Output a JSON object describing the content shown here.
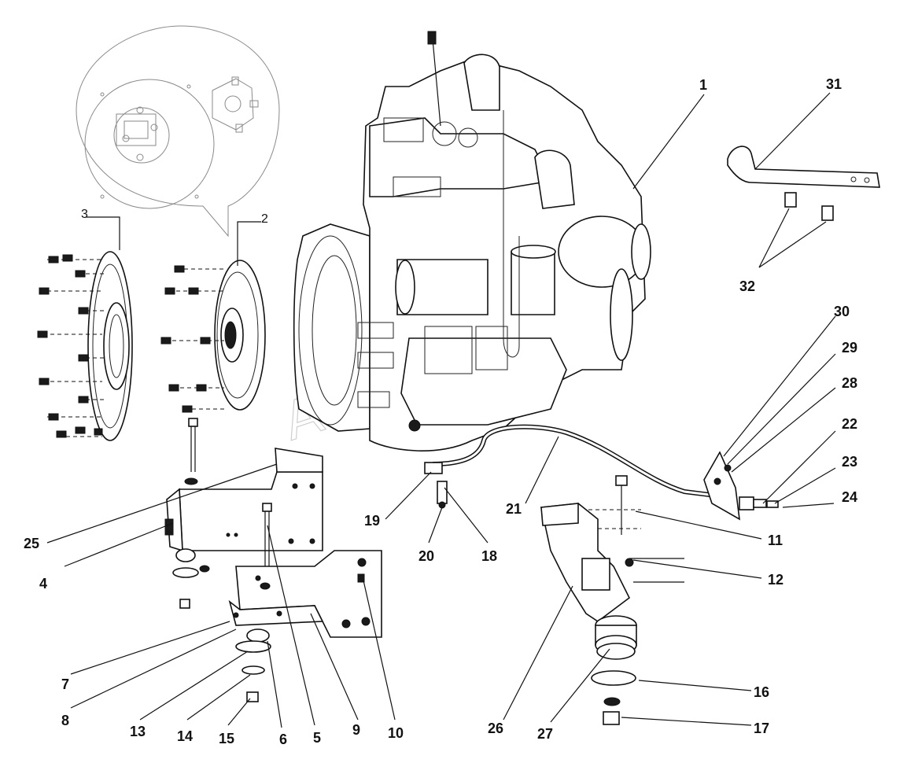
{
  "watermark": "Autotech",
  "callouts": [
    {
      "id": "1",
      "label": "1"
    },
    {
      "id": "2",
      "label": "2"
    },
    {
      "id": "3",
      "label": "3"
    },
    {
      "id": "4",
      "label": "4"
    },
    {
      "id": "5",
      "label": "5"
    },
    {
      "id": "6",
      "label": "6"
    },
    {
      "id": "7",
      "label": "7"
    },
    {
      "id": "8",
      "label": "8"
    },
    {
      "id": "9",
      "label": "9"
    },
    {
      "id": "10",
      "label": "10"
    },
    {
      "id": "11",
      "label": "11"
    },
    {
      "id": "12",
      "label": "12"
    },
    {
      "id": "13",
      "label": "13"
    },
    {
      "id": "14",
      "label": "14"
    },
    {
      "id": "15",
      "label": "15"
    },
    {
      "id": "16",
      "label": "16"
    },
    {
      "id": "17",
      "label": "17"
    },
    {
      "id": "18",
      "label": "18"
    },
    {
      "id": "19",
      "label": "19"
    },
    {
      "id": "20",
      "label": "20"
    },
    {
      "id": "21",
      "label": "21"
    },
    {
      "id": "22",
      "label": "22"
    },
    {
      "id": "23",
      "label": "23"
    },
    {
      "id": "24",
      "label": "24"
    },
    {
      "id": "25",
      "label": "25"
    },
    {
      "id": "26",
      "label": "26"
    },
    {
      "id": "27",
      "label": "27"
    },
    {
      "id": "28",
      "label": "28"
    },
    {
      "id": "29",
      "label": "29"
    },
    {
      "id": "30",
      "label": "30"
    },
    {
      "id": "31",
      "label": "31"
    },
    {
      "id": "32",
      "label": "32"
    }
  ]
}
